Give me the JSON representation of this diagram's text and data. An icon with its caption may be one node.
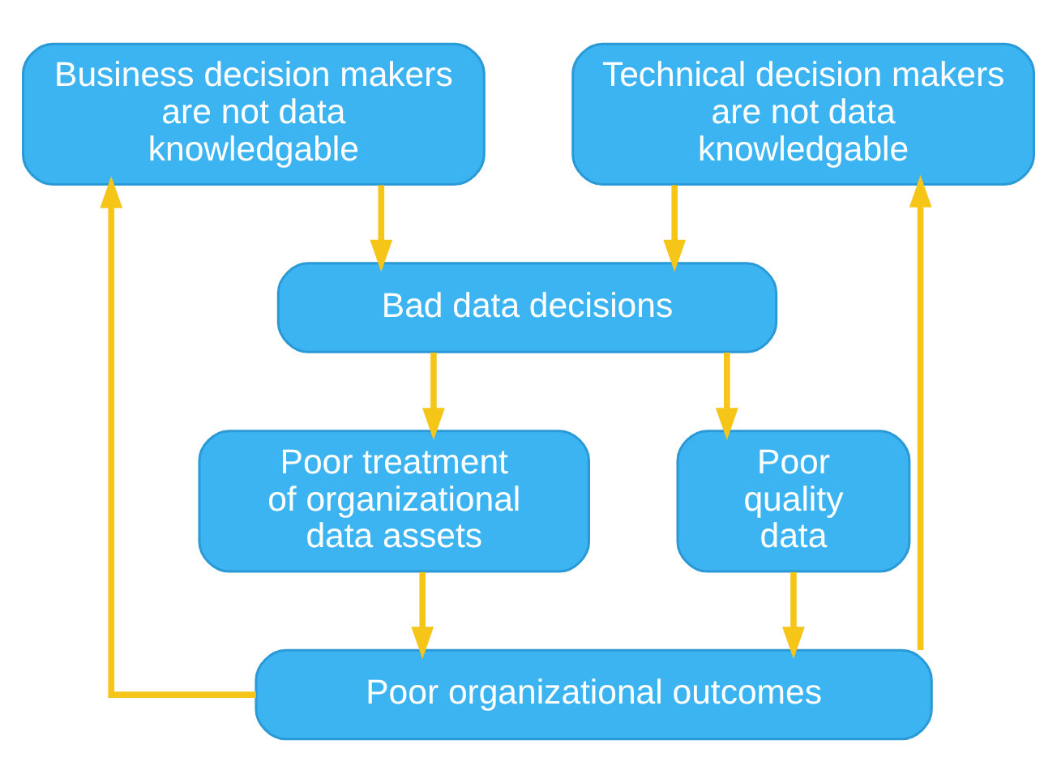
{
  "diagram": {
    "nodes": [
      {
        "text": [
          "Business decision makers are not data knowledgable"
        ]
      },
      {
        "text": [
          "Technical decision makers are not data knowledgable"
        ]
      },
      {
        "text": [
          "Bad data decisions"
        ]
      },
      {
        "text": [
          "Poor treatment of organizational data assets"
        ]
      },
      {
        "text": [
          "Poor quality data"
        ]
      },
      {
        "text": [
          "Poor organizational outcomes"
        ]
      }
    ],
    "edges": [
      {
        "from": 0,
        "to": 2,
        "arrow": "to"
      },
      {
        "from": 1,
        "to": 2,
        "arrow": "to"
      },
      {
        "from": 2,
        "to": 3,
        "arrow": "to"
      },
      {
        "from": 2,
        "to": 4,
        "arrow": "to"
      },
      {
        "from": 3,
        "to": 5,
        "arrow": "to"
      },
      {
        "from": 4,
        "to": 5,
        "arrow": "to"
      },
      {
        "from": 5,
        "to": 0,
        "arrow": "to"
      },
      {
        "from": 5,
        "to": 1,
        "arrow": "to"
      }
    ]
  }
}
